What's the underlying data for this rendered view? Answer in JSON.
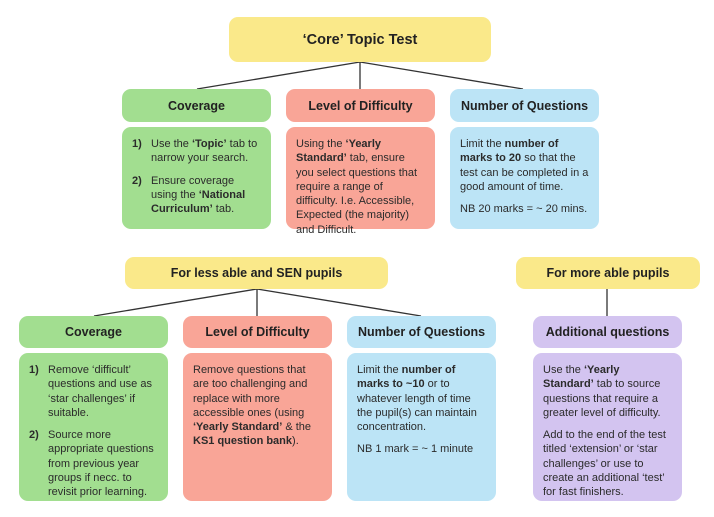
{
  "title": "‘Core’ Topic Test",
  "core": {
    "coverage": {
      "heading": "Coverage",
      "items": [
        {
          "num": "1)",
          "segments": [
            {
              "t": "Use the "
            },
            {
              "t": "‘Topic’",
              "b": true
            },
            {
              "t": " tab to narrow your search."
            }
          ]
        },
        {
          "num": "2)",
          "segments": [
            {
              "t": "Ensure coverage using the "
            },
            {
              "t": "‘National Curriculum’",
              "b": true
            },
            {
              "t": " tab."
            }
          ]
        }
      ]
    },
    "difficulty": {
      "heading": "Level of Difficulty",
      "paragraphs": [
        [
          {
            "t": "Using the "
          },
          {
            "t": "‘Yearly Standard’",
            "b": true
          },
          {
            "t": " tab, ensure you select questions that require a range of difficulty. I.e. Accessible, Expected (the majority) and Difficult."
          }
        ]
      ]
    },
    "questions": {
      "heading": "Number of Questions",
      "paragraphs": [
        [
          {
            "t": "Limit the "
          },
          {
            "t": "number of marks to 20",
            "b": true
          },
          {
            "t": " so that the test can be completed in a good amount of time."
          }
        ],
        [
          {
            "t": "NB 20 marks = ~ 20 mins."
          }
        ]
      ]
    }
  },
  "less_able": {
    "heading": "For less able and SEN pupils",
    "coverage": {
      "heading": "Coverage",
      "items": [
        {
          "num": "1)",
          "segments": [
            {
              "t": "Remove ‘difficult’ questions and use as ‘star challenges’ if suitable."
            }
          ]
        },
        {
          "num": "2)",
          "segments": [
            {
              "t": "Source more appropriate questions from previous year groups if necc. to revisit prior learning."
            }
          ]
        }
      ]
    },
    "difficulty": {
      "heading": "Level of Difficulty",
      "paragraphs": [
        [
          {
            "t": "Remove questions that are too challenging and replace with more accessible ones (using "
          },
          {
            "t": "‘Yearly Standard’",
            "b": true
          },
          {
            "t": " & the "
          },
          {
            "t": "KS1 question bank",
            "b": true
          },
          {
            "t": ")."
          }
        ]
      ]
    },
    "questions": {
      "heading": "Number of Questions",
      "paragraphs": [
        [
          {
            "t": "Limit the "
          },
          {
            "t": "number of marks to ~10",
            "b": true
          },
          {
            "t": " or to whatever length of time the pupil(s) can maintain concentration."
          }
        ],
        [
          {
            "t": "NB 1 mark = ~ 1 minute"
          }
        ]
      ]
    }
  },
  "more_able": {
    "heading": "For more able pupils",
    "additional": {
      "heading": "Additional questions",
      "paragraphs": [
        [
          {
            "t": "Use the "
          },
          {
            "t": "‘Yearly Standard’",
            "b": true
          },
          {
            "t": " tab to source questions that require a greater level of difficulty."
          }
        ],
        [
          {
            "t": "Add to the end of the test titled ‘extension’ or ‘star challenges’ or use to create an additional ‘test’ for fast finishers."
          }
        ]
      ]
    }
  },
  "colors": {
    "yellow": "#fae98a",
    "green": "#a2de90",
    "red": "#f9a597",
    "blue": "#bce4f6",
    "purple": "#d3c4f0",
    "line": "#333333"
  }
}
